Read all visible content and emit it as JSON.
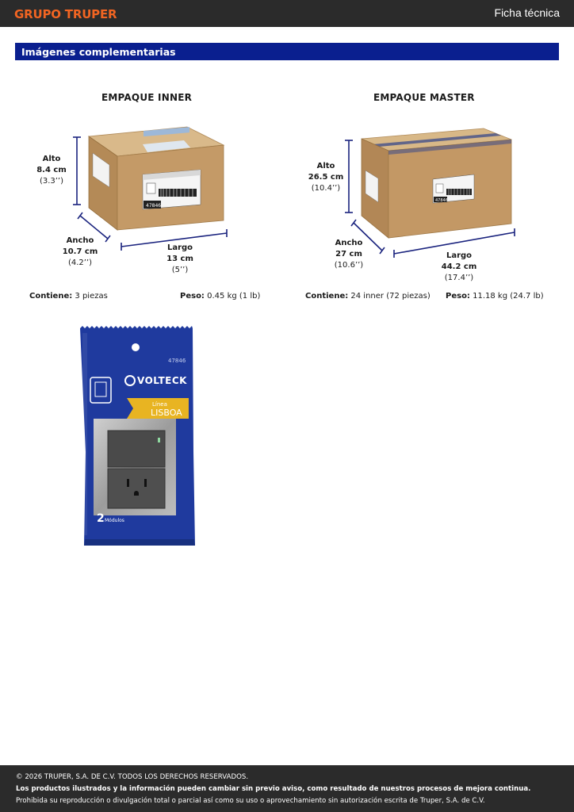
{
  "header": {
    "logo": "GRUPO TRUPER",
    "doc_type": "Ficha técnica"
  },
  "section": {
    "title": "Imágenes complementarias"
  },
  "inner": {
    "title": "EMPAQUE INNER",
    "alto_label": "Alto",
    "alto_cm": "8.4 cm",
    "alto_in": "(3.3’’)",
    "ancho_label": "Ancho",
    "ancho_cm": "10.7 cm",
    "ancho_in": "(4.2’’)",
    "largo_label": "Largo",
    "largo_cm": "13 cm",
    "largo_in": "(5’’)",
    "contiene_label": "Contiene:",
    "contiene_value": "3 piezas",
    "peso_label": "Peso:",
    "peso_value": "0.45 kg (1 lb)",
    "box_code": "47846"
  },
  "master": {
    "title": "EMPAQUE MASTER",
    "alto_label": "Alto",
    "alto_cm": "26.5 cm",
    "alto_in": "(10.4’’)",
    "ancho_label": "Ancho",
    "ancho_cm": "27 cm",
    "ancho_in": "(10.6’’)",
    "largo_label": "Largo",
    "largo_cm": "44.2 cm",
    "largo_in": "(17.4’’)",
    "contiene_label": "Contiene:",
    "contiene_value": "24 inner (72 piezas)",
    "peso_label": "Peso:",
    "peso_value": "11.18 kg (24.7 lb)",
    "box_code": "47846"
  },
  "product": {
    "code": "47846",
    "brand": "VOLTECK",
    "line_label": "Línea",
    "line_name": "LISBOA",
    "modules_label": "Módulos"
  },
  "colors": {
    "accent_blue": "#0a1f8f",
    "brand_orange": "#f26522",
    "dark_bar": "#2b2b2b"
  },
  "footer": {
    "line1": "© 2026 TRUPER, S.A. DE C.V. TODOS LOS DERECHOS RESERVADOS.",
    "line2": "Los productos ilustrados y la información pueden cambiar sin previo aviso, como resultado de nuestros procesos de mejora continua.",
    "line3": "Prohibida su reproducción o divulgación total o parcial así como su uso o aprovechamiento sin autorización escrita de Truper, S.A. de C.V."
  }
}
